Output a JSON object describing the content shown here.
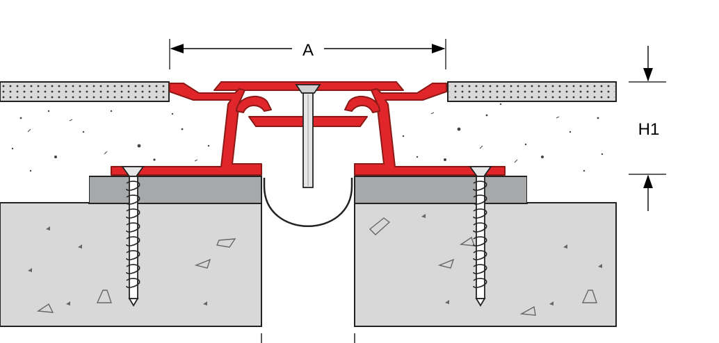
{
  "dimensions": {
    "width_label": "A",
    "height_label": "H1"
  },
  "colors": {
    "profile": "#e0252b",
    "profile_outline": "#8a1a16",
    "substrate": "#d8d8d8",
    "screed": "#ffffff",
    "bedding": "#a7a8aa",
    "tile": "#d9d9d9",
    "line": "#222222"
  },
  "parts": {
    "profile": "expansion-joint-profile",
    "anchor": "anchor-screw",
    "center_fastener": "center-pin",
    "tile": "tile-covering",
    "substrate": "concrete-substrate",
    "joint": "movement-joint"
  }
}
